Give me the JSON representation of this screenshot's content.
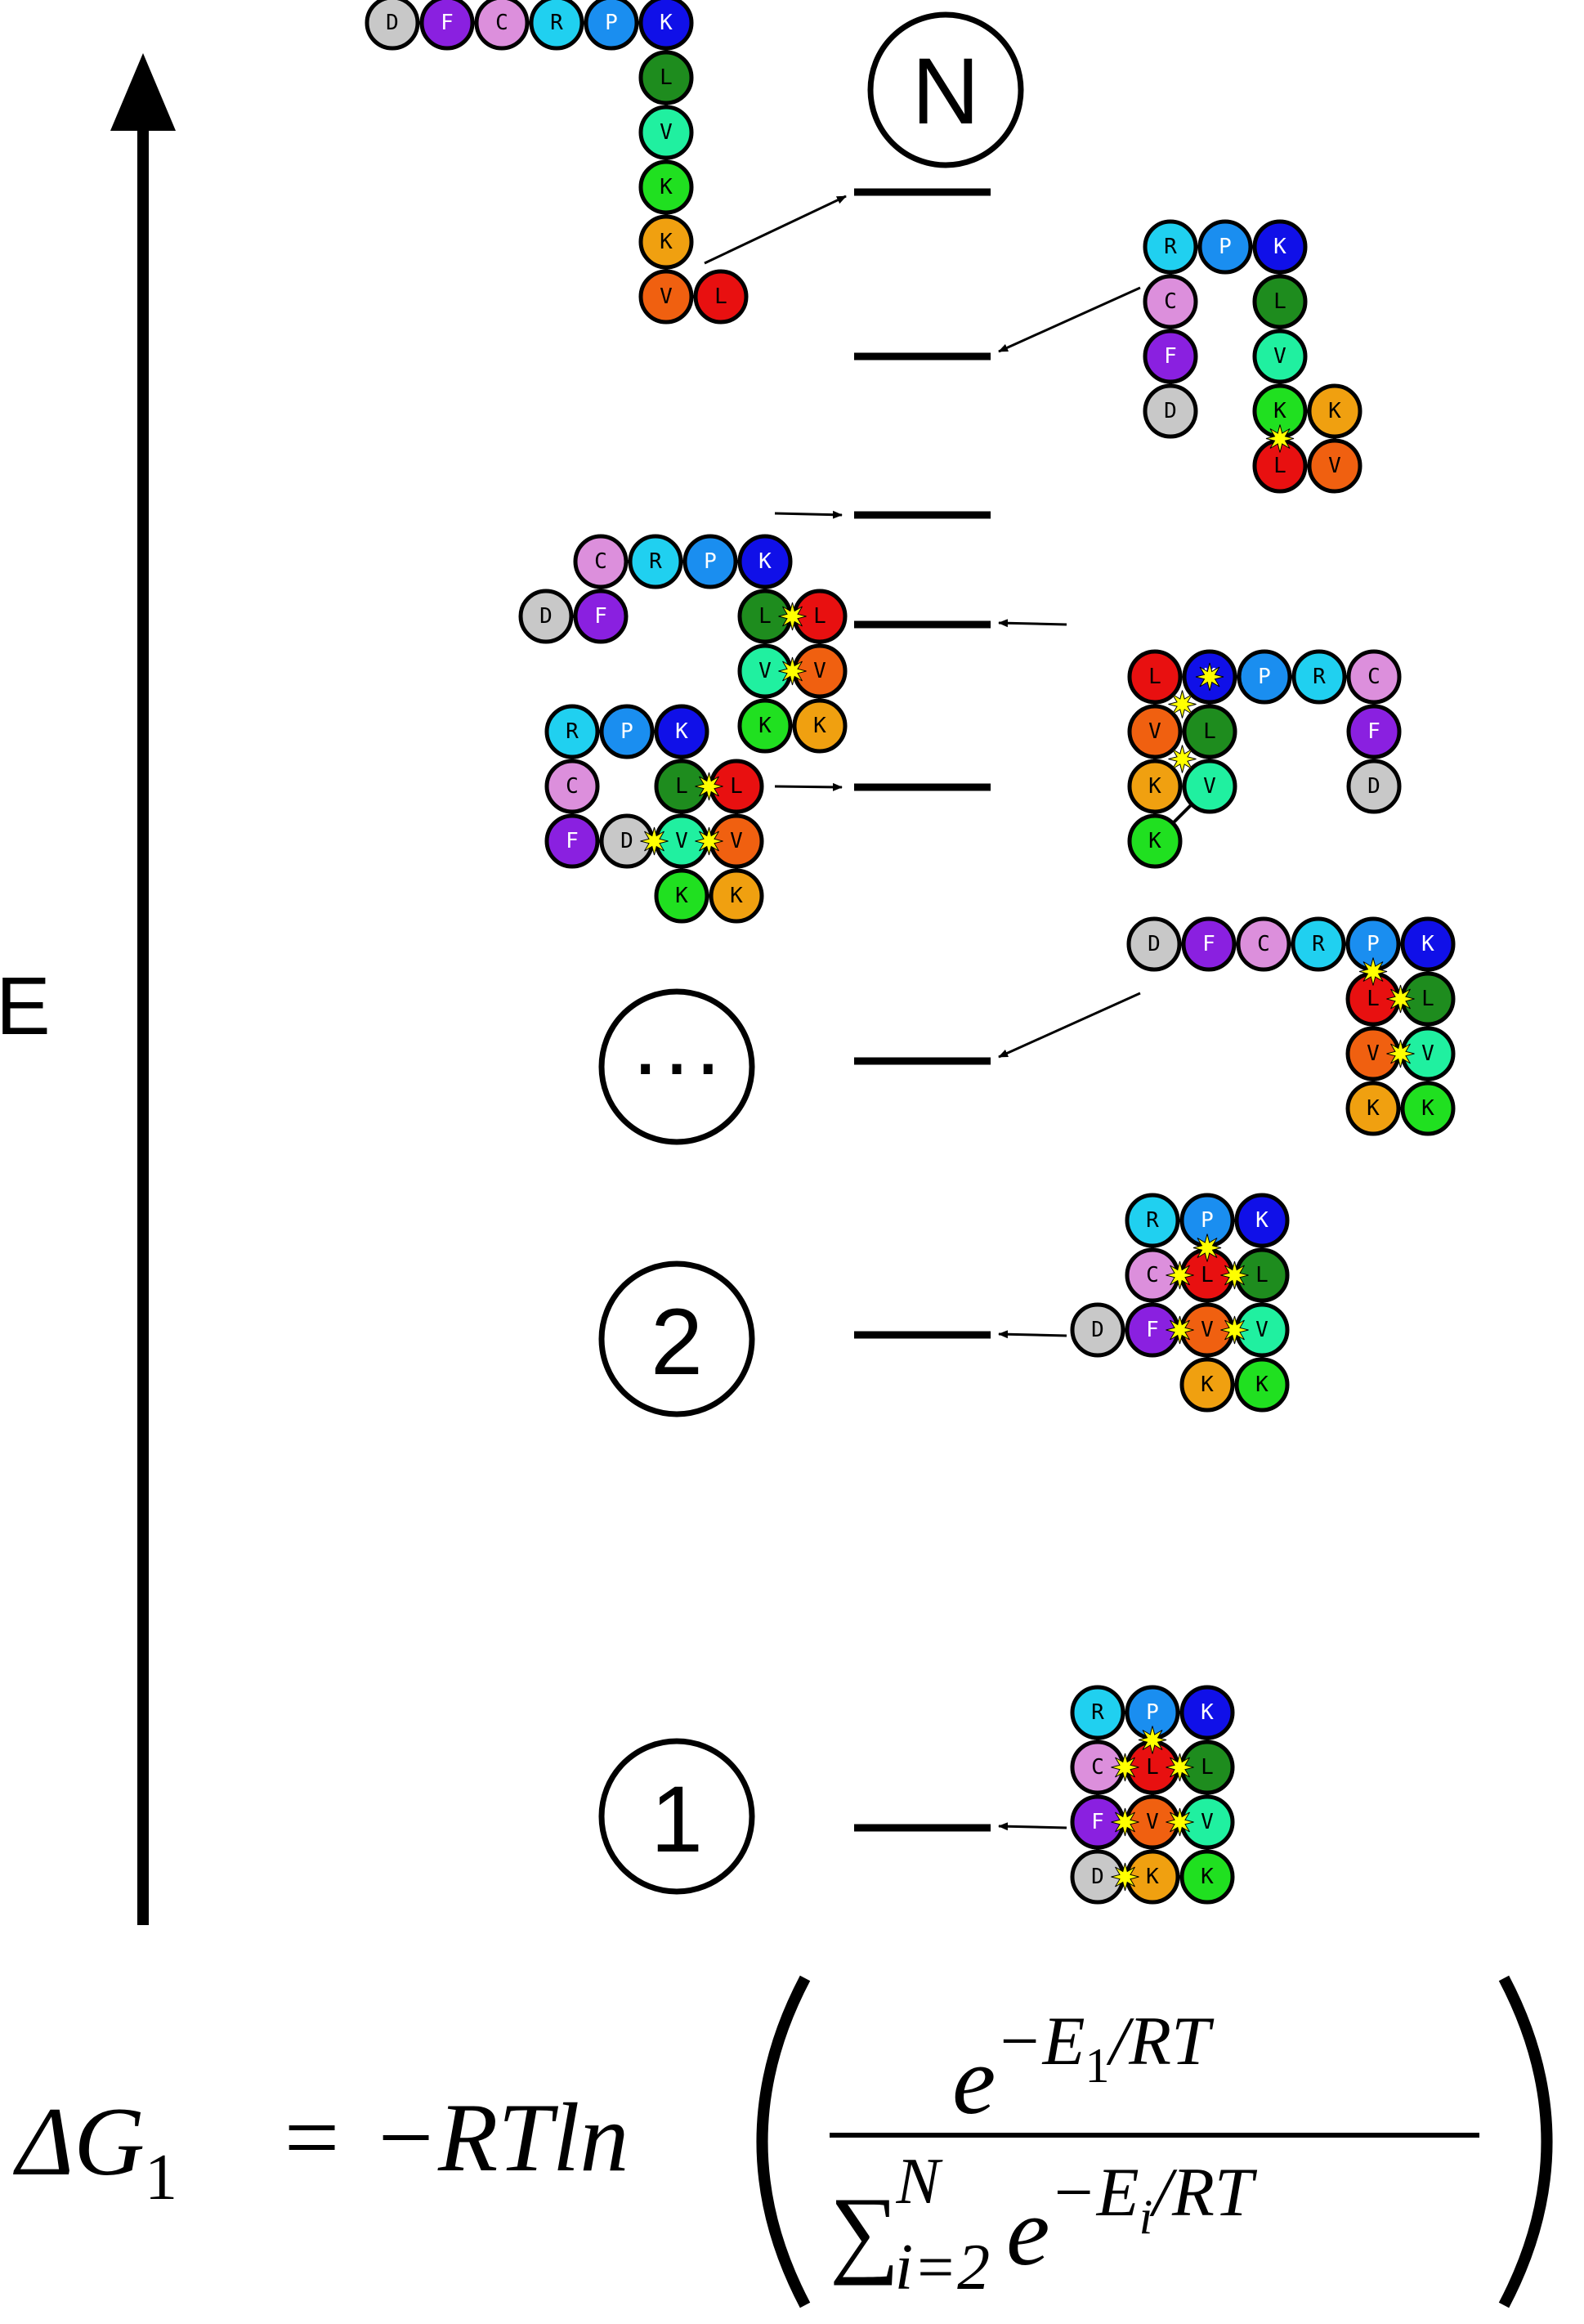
{
  "axis": {
    "label": "E"
  },
  "states": [
    {
      "label": "N"
    },
    {
      "label": "···"
    },
    {
      "label": "2"
    },
    {
      "label": "1"
    }
  ],
  "formula": {
    "lhs": "ΔG",
    "lhs_sub": "1",
    "equals": "=",
    "rhs_prefix": "−RTln",
    "numerator_base": "e",
    "numerator_exp": "−E",
    "numerator_exp_sub": "1",
    "numerator_exp_tail": "/RT",
    "denominator_sum": "∑",
    "denominator_sum_upper": "N",
    "denominator_sum_lower": "i=2",
    "denominator_base": "e",
    "denominator_exp": "−E",
    "denominator_exp_sub": "i",
    "denominator_exp_tail": "/RT"
  },
  "residue_colors": {
    "D": "#c8c8c8",
    "F": "#8a20e0",
    "C": "#dc8fdc",
    "R": "#20d0f0",
    "P": "#1a8ef0",
    "K": "#1010e8",
    "L": "#1e8c1e",
    "V": "#20f0a0",
    "Kb": "#20e020",
    "Ko": "#f0a010",
    "Vo": "#f06010",
    "Lr": "#e81010"
  },
  "conformations": [
    {
      "name": "unfolded-chain",
      "sequence": [
        "D",
        "F",
        "C",
        "R",
        "P",
        "K",
        "L",
        "V",
        "K",
        "K",
        "V",
        "L"
      ]
    },
    {
      "name": "hairpin-one-contact",
      "sequence": [
        "D",
        "F",
        "C",
        "R",
        "P",
        "K",
        "L",
        "V",
        "K",
        "K",
        "V",
        "L"
      ]
    },
    {
      "name": "hairpin-two-contacts-a",
      "sequence": [
        "D",
        "F",
        "C",
        "R",
        "P",
        "K",
        "L",
        "V",
        "K",
        "K",
        "V",
        "L"
      ]
    },
    {
      "name": "hairpin-two-contacts-b",
      "sequence": [
        "D",
        "F",
        "C",
        "R",
        "P",
        "K",
        "L",
        "V",
        "K",
        "K",
        "V",
        "L"
      ]
    },
    {
      "name": "helix-three-contacts",
      "sequence": [
        "D",
        "F",
        "C",
        "R",
        "P",
        "K",
        "L",
        "V",
        "K",
        "K",
        "V",
        "L"
      ]
    },
    {
      "name": "compact-four-contacts",
      "sequence": [
        "D",
        "F",
        "C",
        "R",
        "P",
        "K",
        "L",
        "V",
        "K",
        "K",
        "V",
        "L"
      ]
    },
    {
      "name": "compact-state-2",
      "sequence": [
        "D",
        "F",
        "C",
        "R",
        "P",
        "K",
        "L",
        "V",
        "K",
        "K",
        "V",
        "L"
      ]
    },
    {
      "name": "compact-state-1",
      "sequence": [
        "D",
        "F",
        "C",
        "R",
        "P",
        "K",
        "L",
        "V",
        "K",
        "K",
        "V",
        "L"
      ]
    }
  ]
}
